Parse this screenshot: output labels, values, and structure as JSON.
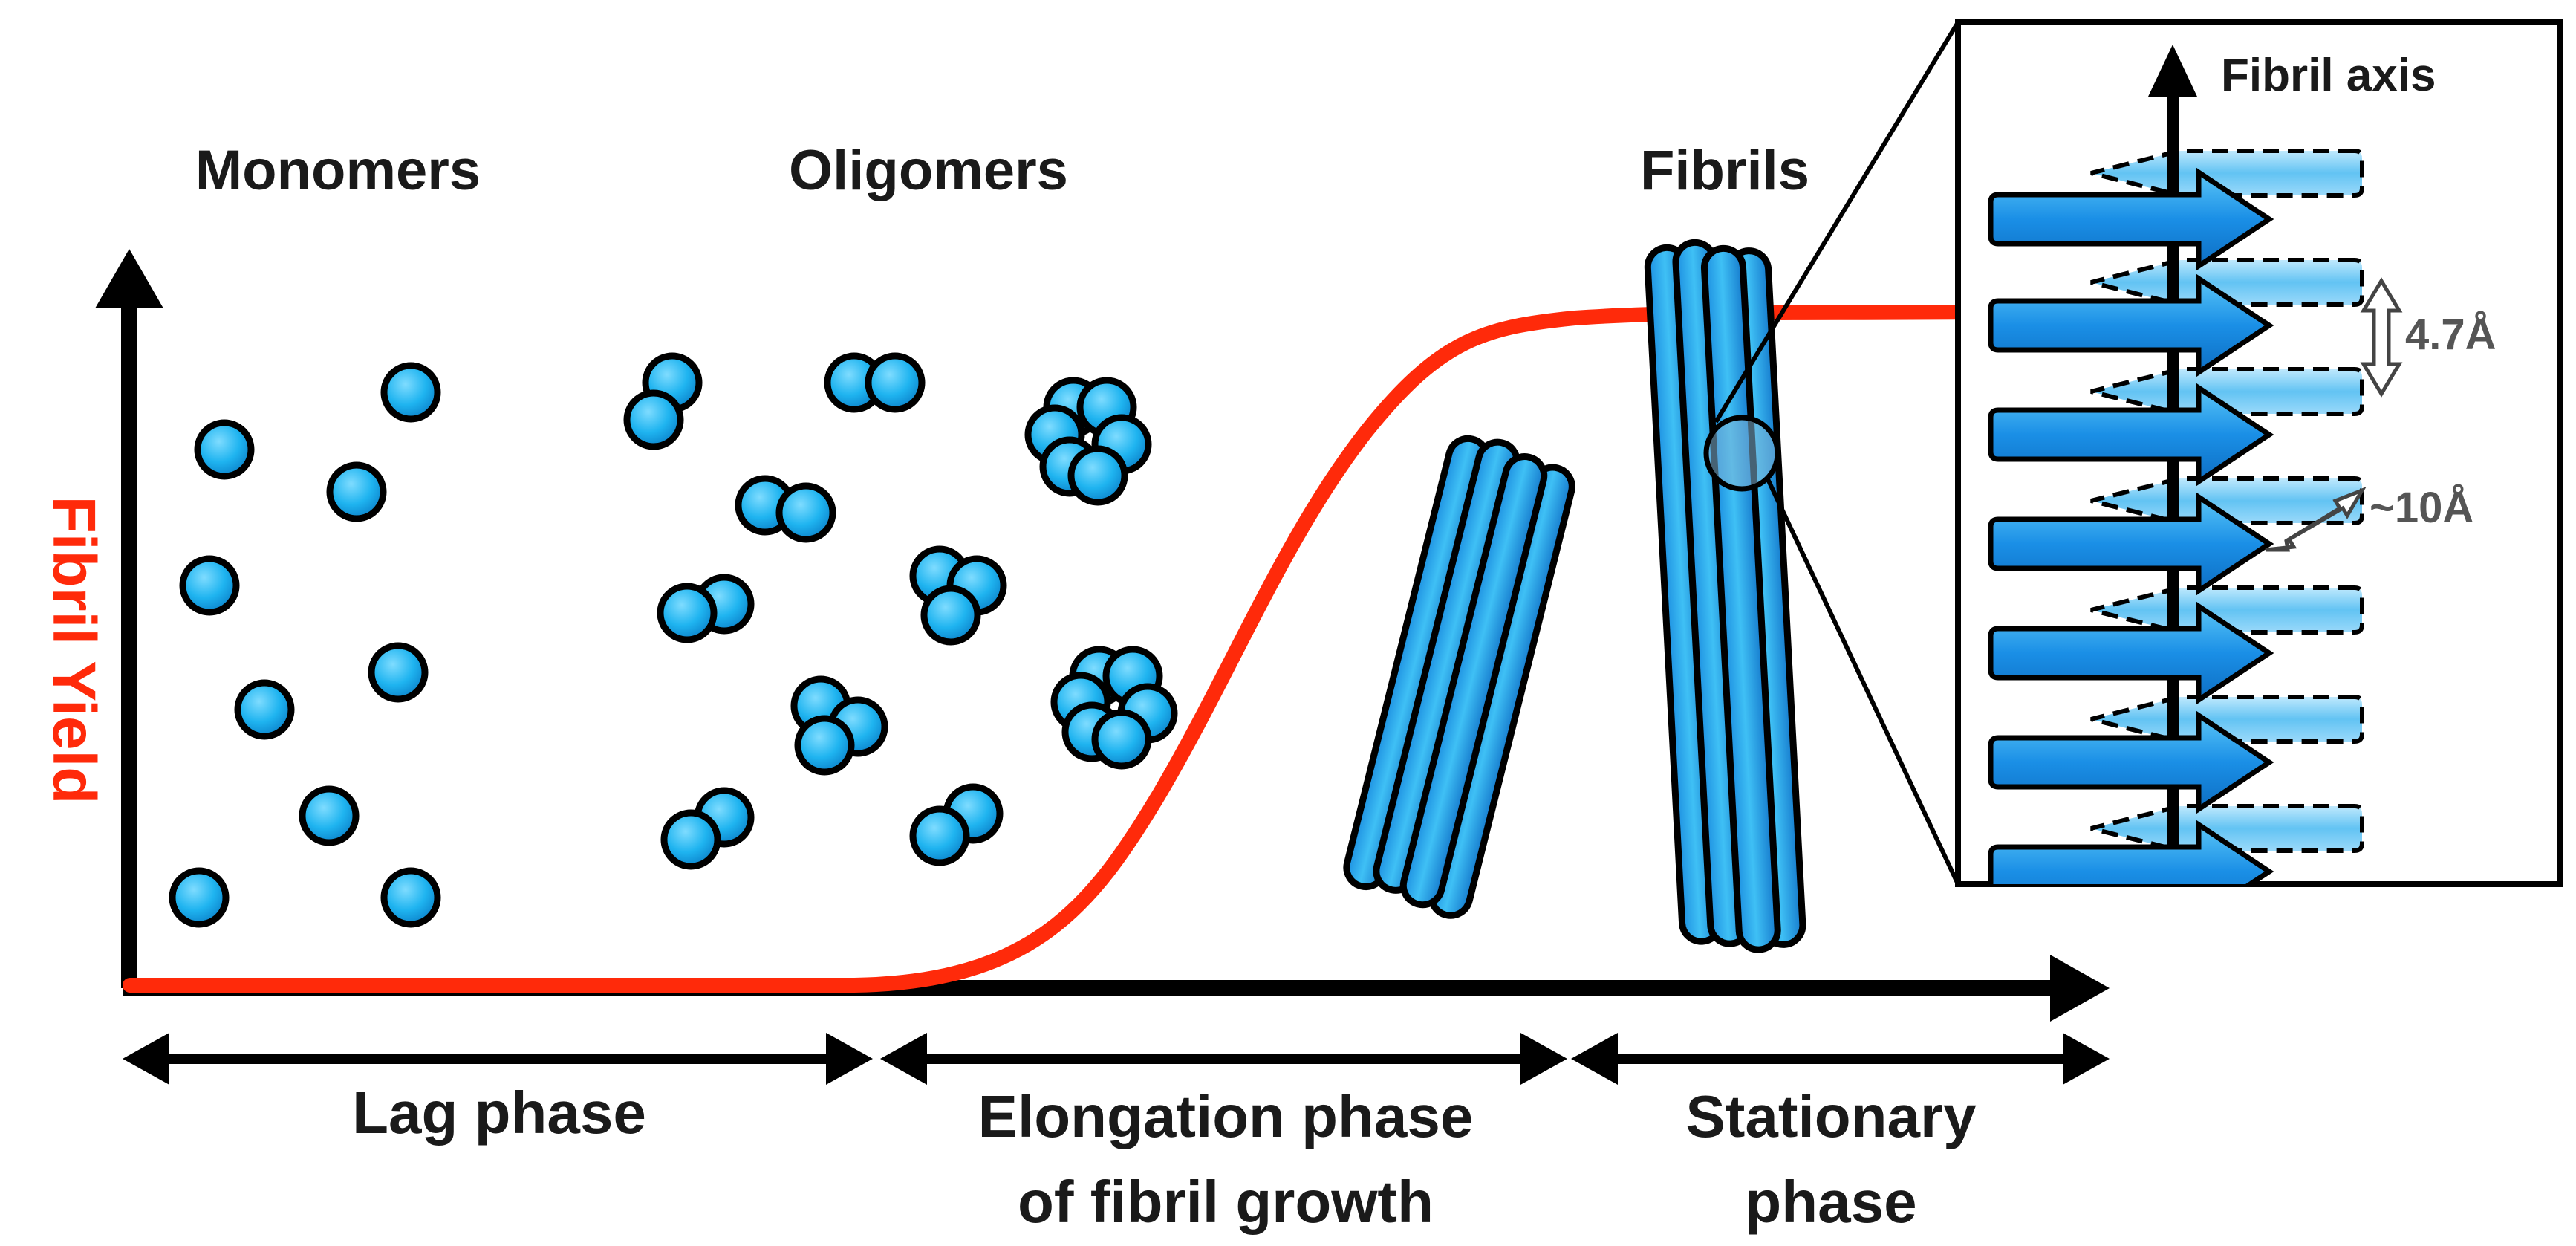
{
  "labels": {
    "monomers": "Monomers",
    "oligomers": "Oligomers",
    "fibrils": "Fibrils",
    "y_axis": "Fibril Yield",
    "fibril_axis": "Fibril axis",
    "spacing_strand": "4.7Å",
    "spacing_sheet": "~10Å"
  },
  "phases": {
    "lag": "Lag phase",
    "elongation_line1": "Elongation phase",
    "elongation_line2": "of fibril growth",
    "stationary_line1": "Stationary",
    "stationary_line2": "phase"
  },
  "colors": {
    "sphere_fill": "#1fb4f0",
    "curve": "#ff2a0a",
    "strand_front": "#1a8fe6",
    "strand_back": "#8fd4f8",
    "outline": "#000000"
  }
}
